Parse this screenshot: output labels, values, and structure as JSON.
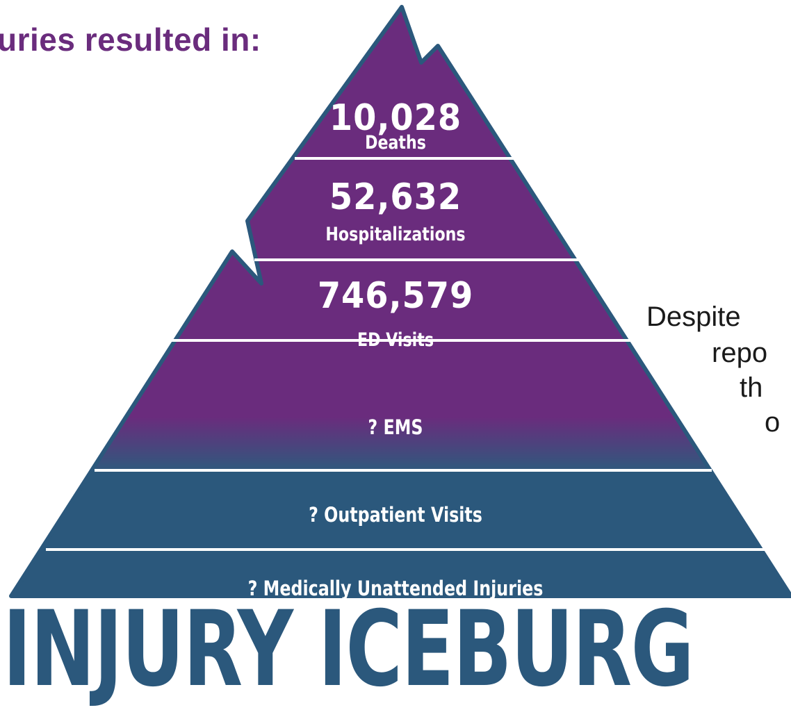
{
  "heading": "uries resulted in:",
  "levels": [
    {
      "value": "10,028",
      "label": "Deaths"
    },
    {
      "value": "52,632",
      "label": "Hospitalizations"
    },
    {
      "value": "746,579",
      "label": "ED Visits"
    },
    {
      "label": "? EMS"
    },
    {
      "label": "? Outpatient Visits"
    },
    {
      "label": "? Medically Unattended Injuries"
    }
  ],
  "side_text": [
    "Despite",
    "repo",
    "th",
    "o"
  ],
  "footer_title": "INJURY ICEBURG",
  "colors": {
    "purple": "#6a2c7d",
    "blue": "#2b587c",
    "outline": "#2b587c",
    "divider": "#ffffff"
  }
}
